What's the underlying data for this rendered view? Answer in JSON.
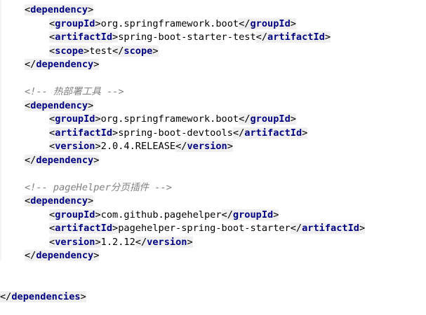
{
  "editor": {
    "lines": [
      {
        "tag": "dependency",
        "kind": "open"
      },
      {
        "kind": "element",
        "tag": "groupId",
        "value": "org.springframework.boot"
      },
      {
        "kind": "element",
        "tag": "artifactId",
        "value": "spring-boot-starter-test"
      },
      {
        "kind": "element",
        "tag": "scope",
        "value": "test"
      },
      {
        "tag": "dependency",
        "kind": "close"
      },
      {
        "kind": "blank"
      },
      {
        "kind": "comment",
        "text": "<!-- 热部署工具 -->"
      },
      {
        "tag": "dependency",
        "kind": "open"
      },
      {
        "kind": "element",
        "tag": "groupId",
        "value": "org.springframework.boot"
      },
      {
        "kind": "element",
        "tag": "artifactId",
        "value": "spring-boot-devtools"
      },
      {
        "kind": "element",
        "tag": "version",
        "value": "2.0.4.RELEASE"
      },
      {
        "tag": "dependency",
        "kind": "close"
      },
      {
        "kind": "blank"
      },
      {
        "kind": "comment",
        "text": "<!-- pageHelper分页插件 -->"
      },
      {
        "tag": "dependency",
        "kind": "open"
      },
      {
        "kind": "element",
        "tag": "groupId",
        "value": "com.github.pagehelper"
      },
      {
        "kind": "element",
        "tag": "artifactId",
        "value": "pagehelper-spring-boot-starter"
      },
      {
        "kind": "element",
        "tag": "version",
        "value": "1.2.12"
      },
      {
        "tag": "dependency",
        "kind": "close"
      },
      {
        "kind": "blank"
      },
      {
        "kind": "blank"
      },
      {
        "tag": "dependencies",
        "kind": "close"
      }
    ],
    "colors": {
      "tag_name": "#000080",
      "tag_background": "#efefef",
      "comment": "#808080",
      "text": "#000000",
      "background": "#ffffff"
    }
  }
}
